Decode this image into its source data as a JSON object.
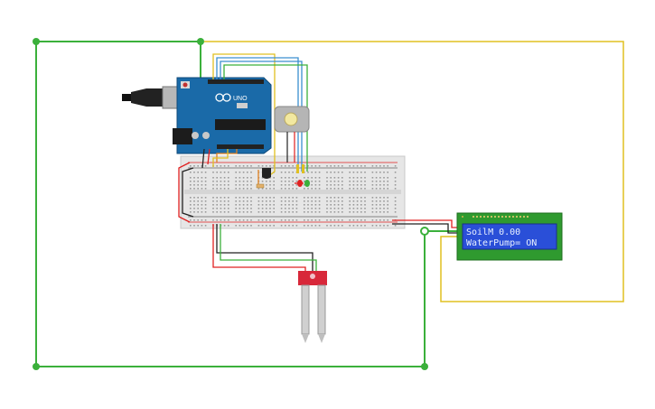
{
  "arduino": {
    "model": "UNO"
  },
  "lcd": {
    "line1": "SoilM 0.00",
    "line2": "WaterPump= ON"
  },
  "colors": {
    "green_wire": "#3bb03b",
    "yellow_wire": "#e0c020",
    "blue_wire": "#3a8fd0",
    "red_wire": "#e02020",
    "black_wire": "#222222",
    "arduino_board": "#1a6aa8",
    "lcd_bg": "#2a4fd8",
    "lcd_pcb": "#2f9a2f",
    "sensor_board": "#d8283a"
  }
}
